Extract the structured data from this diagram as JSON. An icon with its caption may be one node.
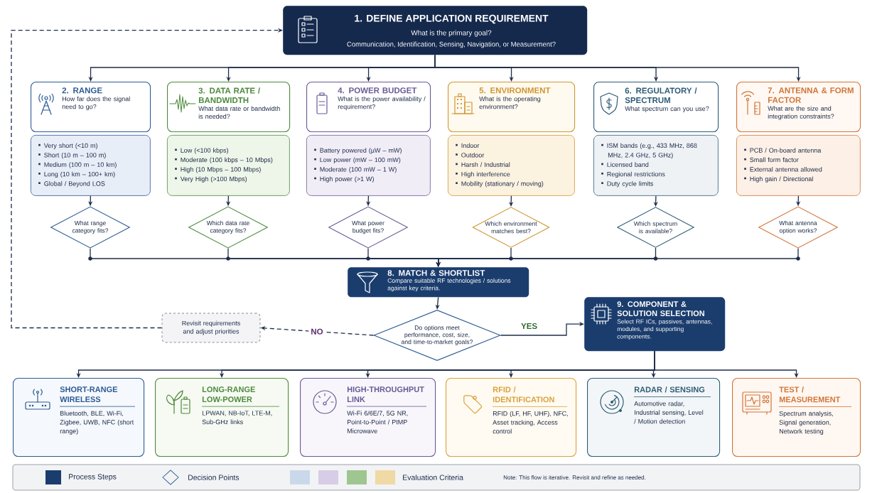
{
  "diagram": {
    "nodes": [
      {
        "text": [
          "1. DEFINE APPLICATION REQUIREMENT",
          "What is the primary goal?",
          "Communication, Identification, Sensing, Navigation, or Measurement?"
        ]
      },
      {
        "text": [
          "2. RANGE",
          "How far does the signal need to go?"
        ]
      },
      {
        "text": [
          "3. DATA RATE / BANDWIDTH",
          "What data rate or bandwidth is needed?"
        ]
      },
      {
        "text": [
          "4. POWER BUDGET",
          "What is the power availability / requirement?"
        ]
      },
      {
        "text": [
          "5. ENVIRONMENT",
          "What is the operating environment?"
        ]
      },
      {
        "text": [
          "6. REGULATORY / SPECTRUM",
          "What spectrum can you use?"
        ]
      },
      {
        "text": [
          "7. ANTENNA & FORM FACTOR",
          "What are the size and integration constraints?"
        ]
      },
      {
        "text": [
          "Very short (<10 m)",
          "Short (10 m – 100 m)",
          "Medium (100 m – 10 km)",
          "Long (10 km – 100+ km)",
          "Global / Beyond LOS"
        ]
      },
      {
        "text": [
          "Low (<100 kbps)",
          "Moderate (100 kbps – 10 Mbps)",
          "High (10 Mbps – 100 Mbps)",
          "Very High (>100 Mbps)"
        ]
      },
      {
        "text": [
          "Battery powered (µW – mW)",
          "Low power (mW – 100 mW)",
          "Moderate (100 mW – 1 W)",
          "High power (>1 W)"
        ]
      },
      {
        "text": [
          "Indoor",
          "Outdoor",
          "Harsh / Industrial",
          "High interference",
          "Mobility (stationary / moving)"
        ]
      },
      {
        "text": [
          "ISM bands (e.g., 433 MHz, 868 MHz, 2.4 GHz, 5 GHz)",
          "Licensed band",
          "Regional restrictions",
          "Duty cycle limits"
        ]
      },
      {
        "text": [
          "PCB / On-board antenna",
          "Small form factor",
          "External antenna allowed",
          "High gain / Directional"
        ]
      },
      {
        "text": [
          "What range category fits?"
        ]
      },
      {
        "text": [
          "Which data rate category fits?"
        ]
      },
      {
        "text": [
          "What power budget fits?"
        ]
      },
      {
        "text": [
          "Which environment matches best?"
        ]
      },
      {
        "text": [
          "Which spectrum is available?"
        ]
      },
      {
        "text": [
          "What antenna option works?"
        ]
      },
      {
        "text": [
          "8. MATCH & SHORTLIST",
          "Compare suitable RF technologies / solutions against key criteria."
        ]
      },
      {
        "text": [
          "Revisit requirements and adjust priorities"
        ]
      },
      {
        "text": [
          "Do options meet performance, cost, size, and time-to-market goals?"
        ]
      },
      {
        "text": [
          "9. COMPONENT & SOLUTION SELECTION",
          "Select RF ICs, passives, antennas, modules, and supporting components."
        ]
      },
      {
        "text": [
          "SHORT-RANGE WIRELESS",
          "Bluetooth, BLE, Wi-Fi, Zigbee, UWB, NFC (short range)"
        ]
      },
      {
        "text": [
          "LONG-RANGE LOW-POWER",
          "LPWAN, NB-IoT, LTE-M, Sub-GHz links"
        ]
      },
      {
        "text": [
          "HIGH-THROUGHPUT LINK",
          "Wi-Fi 6/6E/7, 5G NR, Point-to-Point / PtMP Microwave"
        ]
      },
      {
        "text": [
          "RFID / IDENTIFICATION",
          "RFID (LF, HF, UHF), NFC, Asset tracking, Access control"
        ]
      },
      {
        "text": [
          "RADAR / SENSING",
          "Automotive radar, Industrial sensing, Level / Motion detection"
        ]
      },
      {
        "text": [
          "TEST / MEASUREMENT",
          "Spectrum analysis, Signal generation, Network testing"
        ]
      }
    ],
    "edges": [
      {
        "from": 0,
        "to": 1,
        "arrow": "to"
      },
      {
        "from": 0,
        "to": 2,
        "arrow": "to"
      },
      {
        "from": 0,
        "to": 3,
        "arrow": "to"
      },
      {
        "from": 0,
        "to": 4,
        "arrow": "to"
      },
      {
        "from": 0,
        "to": 5,
        "arrow": "to"
      },
      {
        "from": 0,
        "to": 6,
        "arrow": "to"
      },
      {
        "from": 7,
        "to": 13,
        "arrow": "to"
      },
      {
        "from": 8,
        "to": 14,
        "arrow": "to"
      },
      {
        "from": 9,
        "to": 15,
        "arrow": "to"
      },
      {
        "from": 10,
        "to": 16,
        "arrow": "to"
      },
      {
        "from": 11,
        "to": 17,
        "arrow": "to"
      },
      {
        "from": 12,
        "to": 18,
        "arrow": "to"
      },
      {
        "from": 13,
        "to": 19,
        "arrow": "to"
      },
      {
        "from": 14,
        "to": 19,
        "arrow": "to"
      },
      {
        "from": 15,
        "to": 19,
        "arrow": "to"
      },
      {
        "from": 16,
        "to": 19,
        "arrow": "to"
      },
      {
        "from": 17,
        "to": 19,
        "arrow": "to"
      },
      {
        "from": 18,
        "to": 19,
        "arrow": "to"
      },
      {
        "from": 19,
        "to": 21,
        "arrow": "to"
      },
      {
        "from": 21,
        "to": 20,
        "arrow": "to",
        "label": "NO",
        "style": "dashed"
      },
      {
        "from": 20,
        "to": 0,
        "arrow": "to",
        "style": "dashed"
      },
      {
        "from": 21,
        "to": 22,
        "arrow": "to",
        "label": "YES"
      },
      {
        "from": 22,
        "to": 23,
        "arrow": "to"
      },
      {
        "from": 22,
        "to": 24,
        "arrow": "to"
      },
      {
        "from": 22,
        "to": 25,
        "arrow": "to"
      },
      {
        "from": 22,
        "to": 26,
        "arrow": "to"
      },
      {
        "from": 22,
        "to": 27,
        "arrow": "to"
      },
      {
        "from": 22,
        "to": 28,
        "arrow": "to"
      }
    ],
    "labels": [
      "Note: This flow is iterative. Revisit and refine as needed."
    ],
    "legend": [
      {
        "text": "Process Steps",
        "color": "#1b3d6e"
      },
      {
        "text": "Decision Points"
      },
      {
        "text": "Evaluation Criteria",
        "color": "#c9d9ea"
      }
    ]
  }
}
